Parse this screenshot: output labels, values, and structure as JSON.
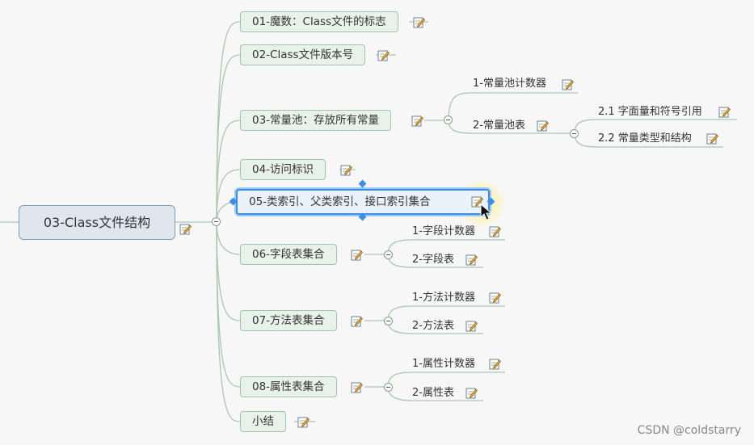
{
  "root": {
    "label": "03-Class文件结构"
  },
  "branches": [
    {
      "label": "01-魔数：Class文件的标志",
      "children": []
    },
    {
      "label": "02-Class文件版本号",
      "children": []
    },
    {
      "label": "03-常量池：存放所有常量",
      "children": [
        {
          "label": "1-常量池计数器",
          "children": []
        },
        {
          "label": "2-常量池表",
          "children": [
            {
              "label": "2.1 字面量和符号引用"
            },
            {
              "label": "2.2 常量类型和结构"
            }
          ]
        }
      ]
    },
    {
      "label": "04-访问标识",
      "children": []
    },
    {
      "label": "05-类索引、父类索引、接口索引集合",
      "selected": true,
      "children": []
    },
    {
      "label": "06-字段表集合",
      "children": [
        {
          "label": "1-字段计数器"
        },
        {
          "label": "2-字段表"
        }
      ]
    },
    {
      "label": "07-方法表集合",
      "children": [
        {
          "label": "1-方法计数器"
        },
        {
          "label": "2-方法表"
        }
      ]
    },
    {
      "label": "08-属性表集合",
      "children": [
        {
          "label": "1-属性计数器"
        },
        {
          "label": "2-属性表"
        }
      ]
    },
    {
      "label": "小结",
      "children": []
    }
  ],
  "watermark": "CSDN @coldstarry",
  "colors": {
    "branch_line": "#a9c7ae",
    "node_fill": "#e8f1ea",
    "node_border": "#9fc4a8",
    "selected_border": "#3a8ee6",
    "root_fill": "#dfe6ee"
  },
  "icons": {
    "note": "note-pencil-icon",
    "collapse": "collapse-minus-icon",
    "cursor": "mouse-pointer-icon"
  }
}
